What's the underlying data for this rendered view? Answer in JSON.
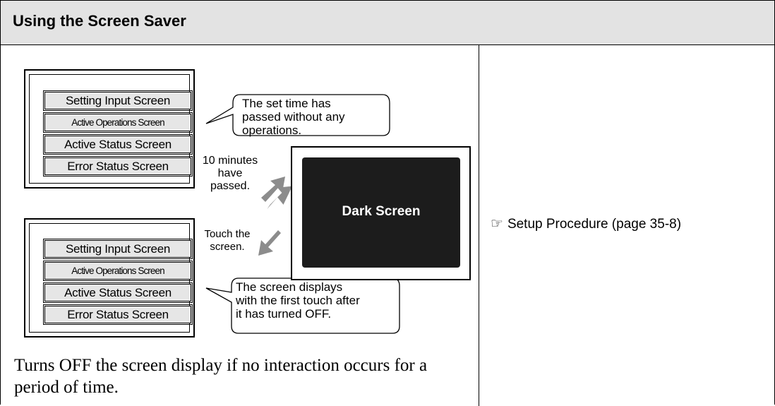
{
  "header": {
    "title": "Using the Screen Saver"
  },
  "diagram": {
    "top_panel": {
      "buttons": [
        "Setting Input Screen",
        "Active Operations Screen",
        "Active Status Screen",
        "Error Status Screen"
      ]
    },
    "bottom_panel": {
      "buttons": [
        "Setting Input Screen",
        "Active Operations Screen",
        "Active Status Screen",
        "Error Status Screen"
      ]
    },
    "callout_top": [
      "The set time has",
      "passed without any",
      "operations."
    ],
    "callout_bottom": [
      "The screen displays",
      "with the first touch after",
      "it has turned OFF."
    ],
    "step_timeout": [
      "10 minutes",
      "have",
      "passed."
    ],
    "step_touch": [
      "Touch the",
      "screen."
    ],
    "dark_screen_label": "Dark Screen"
  },
  "description": "Turns OFF the screen display if no interaction occurs for a period of time.",
  "reference": {
    "icon": "pointing-hand-icon",
    "text": "Setup Procedure (page 35-8)"
  }
}
